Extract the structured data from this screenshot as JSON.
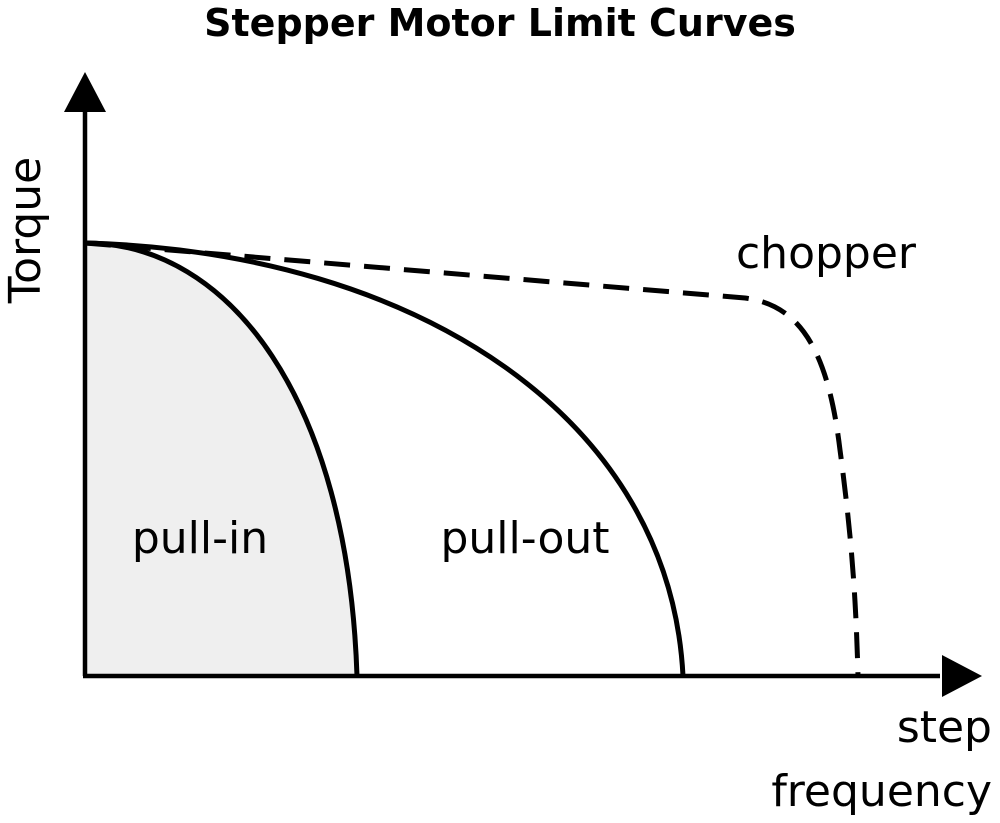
{
  "title": "Stepper Motor Limit Curves",
  "y_axis_label": "Torque",
  "x_axis_label_line1": "step",
  "x_axis_label_line2": "frequency",
  "curves": {
    "pull_in": "pull-in",
    "pull_out": "pull-out",
    "chopper": "chopper"
  },
  "colors": {
    "line": "#000000",
    "pull_in_fill": "#efefef",
    "background": "#ffffff"
  }
}
